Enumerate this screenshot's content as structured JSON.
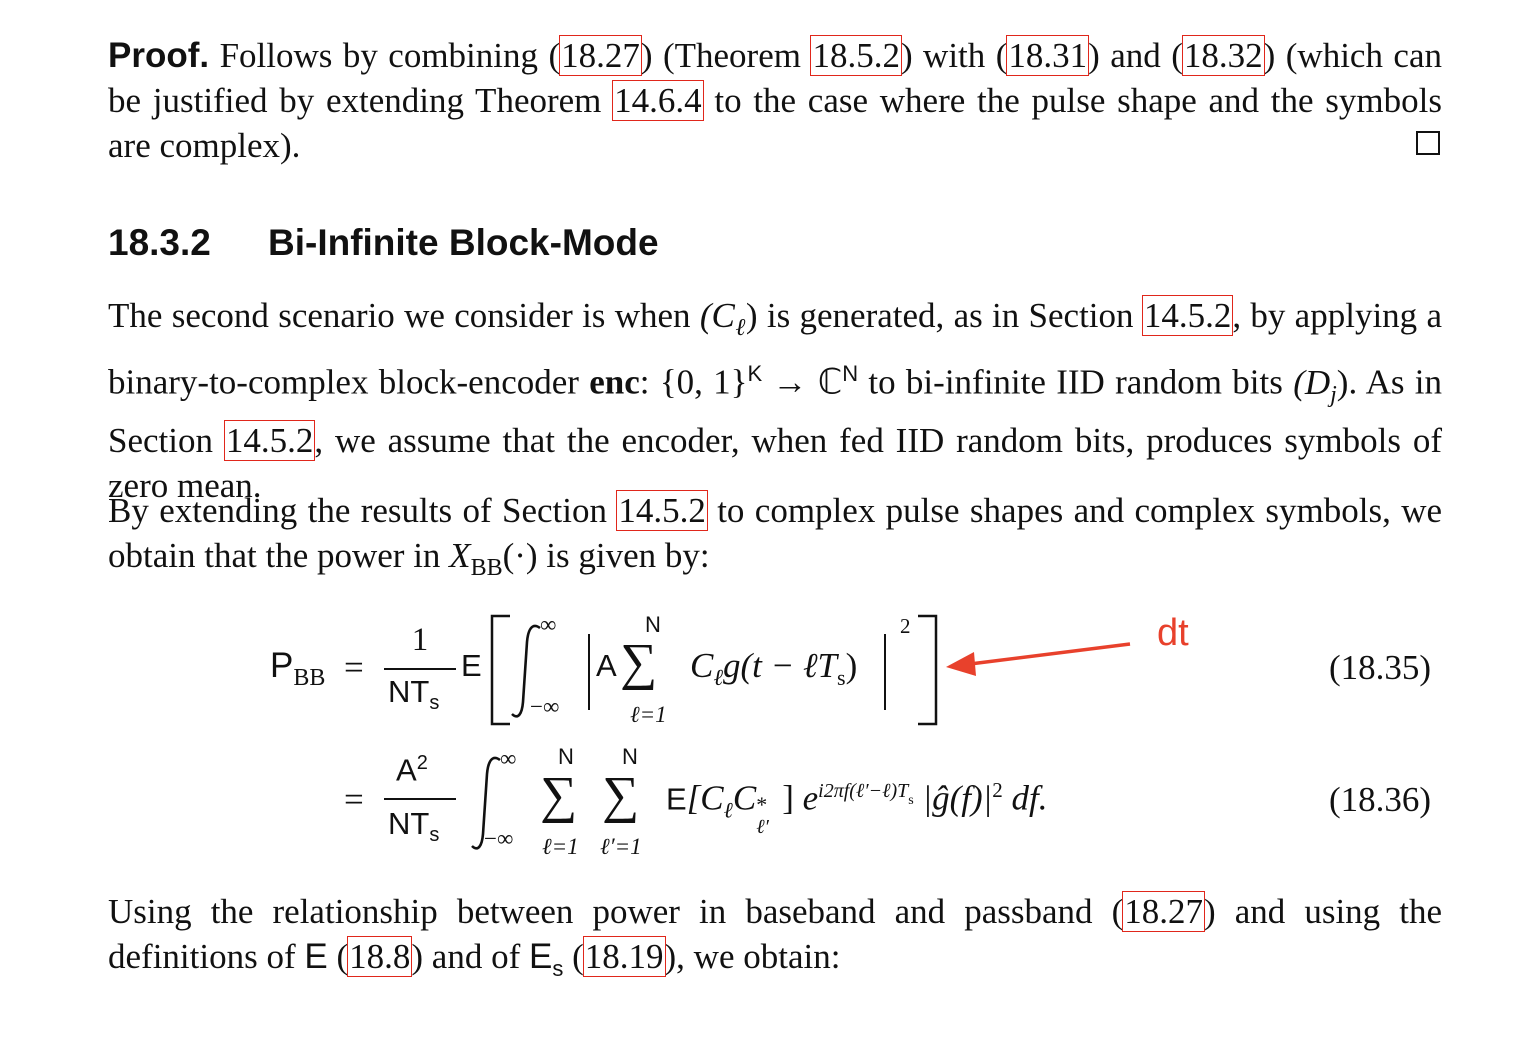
{
  "proof": {
    "label": "Proof.",
    "t1": " Follows by combining (",
    "ref1": "18.27",
    "t2": ") (Theorem ",
    "ref2": "18.5.2",
    "t3": ") with (",
    "ref3": "18.31",
    "t4": ") and (",
    "ref4": "18.32",
    "t5": ") (which can be justified by extending Theorem ",
    "ref5": "14.6.4",
    "t6": " to the case where the pulse shape and the symbols are complex)."
  },
  "section": {
    "number": "18.3.2",
    "title": "Bi-Infinite Block-Mode"
  },
  "para1": {
    "t1": "The second scenario we consider is when ",
    "ce": "(C",
    "ce_sub": "ℓ",
    "ce_close": ")",
    "t2": " is generated, as in Section ",
    "ref1": "14.5.2",
    "t3": ", by applying a binary-to-complex block-encoder ",
    "enc": "enc",
    "t4": ": {0, 1}",
    "K": "K",
    "t5": " → ℂ",
    "N": "N",
    "t6": " to bi-infinite IID random bits ",
    "dj": "(D",
    "dj_sub": "j",
    "dj_close": ")",
    "t7": ". As in Section ",
    "ref2": "14.5.2",
    "t8": ", we assume that the encoder, when fed IID random bits, produces symbols of zero mean."
  },
  "para2": {
    "t1": "By extending the results of Section ",
    "ref1": "14.5.2",
    "t2": " to complex pulse shapes and complex symbols, we obtain that the power in ",
    "xbb": "X",
    "xbb_sub": "BB",
    "t3": "(·) is given by:"
  },
  "eq1": {
    "lhs": "P",
    "lhs_sub": "BB",
    "eq": "=",
    "num": "1",
    "den": "NT",
    "den_sub": "s",
    "E": "E",
    "upper": "∞",
    "lower": "−∞",
    "sum_top": "N",
    "sum_bot": "ℓ=1",
    "A": "A",
    "body": "C",
    "body_sub": "ℓ",
    "g": "g(t − ℓT",
    "g_sub": "s",
    "g_close": ")",
    "pow": "2",
    "number": "(18.35)"
  },
  "annotation": "dt",
  "eq2": {
    "eq": "=",
    "num": "A",
    "num_sup": "2",
    "den": "NT",
    "den_sub": "s",
    "upper": "∞",
    "lower": "−∞",
    "sum1_top": "N",
    "sum1_bot": "ℓ=1",
    "sum2_top": "N",
    "sum2_bot": "ℓ′=1",
    "E": "E",
    "term": "[C",
    "term_sub1": "ℓ",
    "term_mid": "C",
    "term_sup": "*",
    "term_sub2": "ℓ′",
    "term_close": "]",
    "exp_base": "e",
    "exp": "i2πf(ℓ′−ℓ)T",
    "exp_sub": "s",
    "ghat": "|ĝ(f)|",
    "ghat_pow": "2",
    "df": "df.",
    "number": "(18.36)"
  },
  "para3": {
    "t1": "Using the relationship between power in baseband and passband (",
    "ref1": "18.27",
    "t2": ") and using the definitions of ",
    "E": "E",
    "t3": " (",
    "ref2": "18.8",
    "t4": ") and of ",
    "Es": "E",
    "Es_sub": "s",
    "t5": " (",
    "ref3": "18.19",
    "t6": "), we obtain:"
  }
}
